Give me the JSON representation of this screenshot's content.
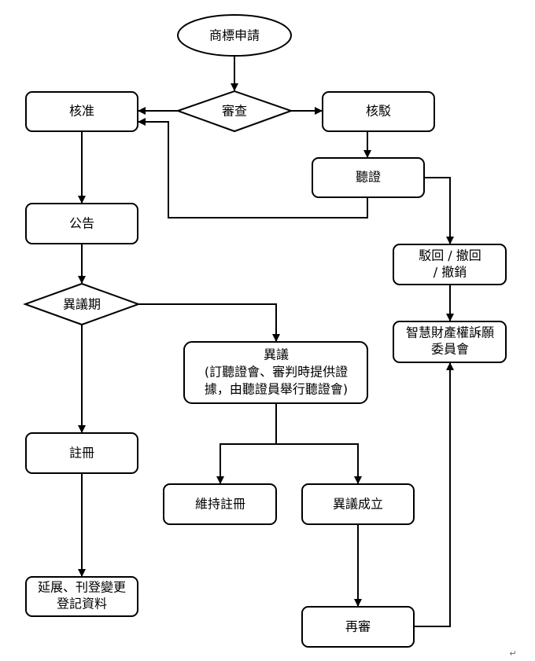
{
  "nodes": {
    "application": "商標申請",
    "examination": "審查",
    "approval": "核准",
    "rejection_notice": "核駁",
    "hearing": "聽證",
    "publication": "公告",
    "opposition_period": "異議期",
    "rejection": {
      "line1": "駁回 / 撤回",
      "line2": "/ 撤銷"
    },
    "appeal_board": {
      "line1": "智慧財產權訴願",
      "line2": "委員會"
    },
    "opposition": {
      "line1": "異議",
      "line2": "(訂聽證會、審判時提供證",
      "line3": "據，由聽證員舉行聽證會)"
    },
    "registration": "註冊",
    "maintain_registration": "維持註冊",
    "opposition_upheld": "異議成立",
    "renewal": {
      "line1": "延展、刊登變更",
      "line2": "登記資料"
    },
    "reexamination": "再審"
  },
  "paragraph_mark": "↵"
}
